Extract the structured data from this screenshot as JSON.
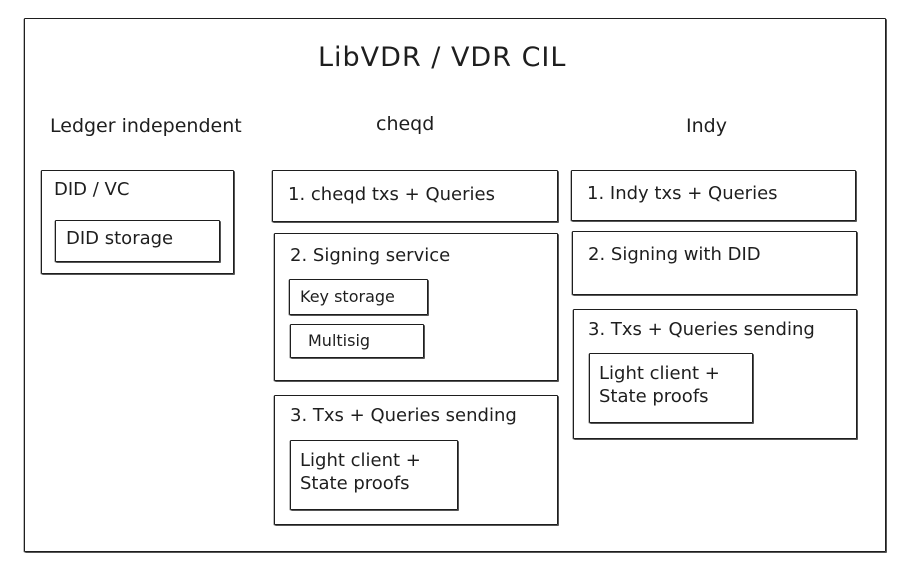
{
  "diagram": {
    "title": "LibVDR / VDR CIL",
    "columns": {
      "ledger_independent": {
        "header": "Ledger independent",
        "did_vc": {
          "label": "DID / VC",
          "did_storage": "DID storage"
        }
      },
      "cheqd": {
        "header": "cheqd",
        "txs_queries": "1. cheqd txs + Queries",
        "signing_service": {
          "label": "2. Signing service",
          "key_storage": "Key storage",
          "multisig": "Multisig"
        },
        "sending": {
          "label": "3. Txs + Queries sending",
          "light_client": "Light client +\nState proofs"
        }
      },
      "indy": {
        "header": "Indy",
        "txs_queries": "1. Indy txs + Queries",
        "signing": "2. Signing with DID",
        "sending": {
          "label": "3. Txs + Queries sending",
          "light_client": "Light client +\nState proofs"
        }
      }
    }
  }
}
